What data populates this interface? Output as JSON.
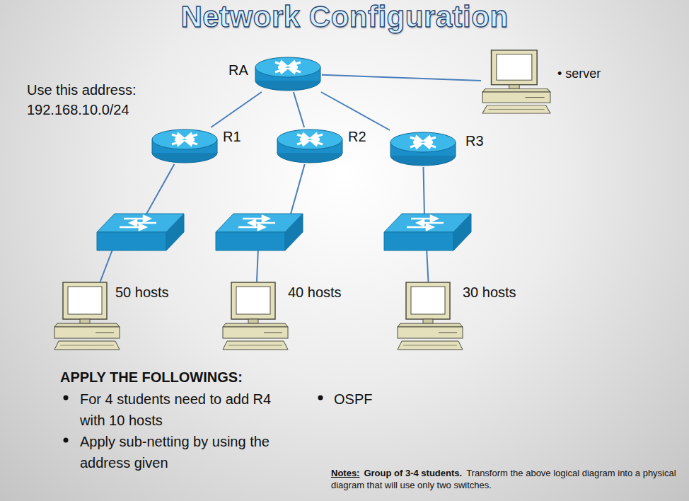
{
  "diagram": {
    "title": "Network Configuration",
    "nodes": [
      {
        "text": [
          "RA"
        ]
      },
      {
        "text": [
          "• server"
        ]
      },
      {
        "text": [
          "R1"
        ]
      },
      {
        "text": [
          "R2"
        ]
      },
      {
        "text": [
          "R3"
        ]
      },
      {
        "text": [
          "50 hosts"
        ]
      },
      {
        "text": [
          "40 hosts"
        ]
      },
      {
        "text": [
          "30 hosts"
        ]
      }
    ],
    "edges": [
      {
        "from": 0,
        "to": 2,
        "arrow": "none"
      },
      {
        "from": 0,
        "to": 3,
        "arrow": "none"
      },
      {
        "from": 0,
        "to": 4,
        "arrow": "none"
      },
      {
        "from": 0,
        "to": 1,
        "arrow": "none"
      },
      {
        "from": 2,
        "to": 5,
        "arrow": "none"
      },
      {
        "from": 3,
        "to": 6,
        "arrow": "none"
      },
      {
        "from": 4,
        "to": 7,
        "arrow": "none"
      }
    ],
    "labels": [
      "Use this address:",
      "192.168.10.0/24",
      "APPLY THE FOLLOWINGS:",
      "For 4 students need to add R4 with 10 hosts",
      "Apply sub-netting by using the address given",
      "OSPF",
      "Notes:",
      "Group of 3-4 students.",
      "Transform the above logical diagram into a physical diagram that will use only two switches."
    ]
  }
}
